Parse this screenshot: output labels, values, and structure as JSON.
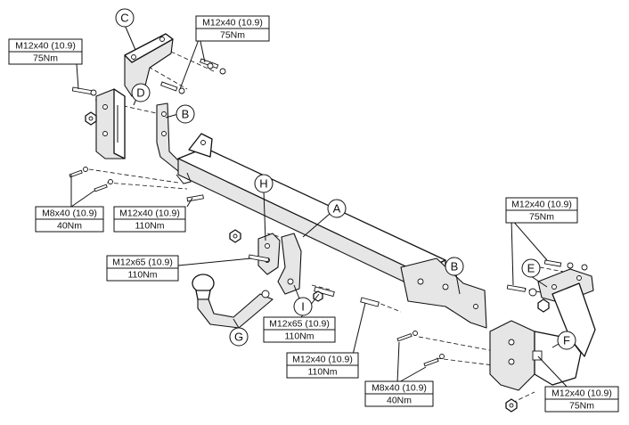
{
  "parts": {
    "A": "A",
    "B": "B",
    "C": "C",
    "D": "D",
    "E": "E",
    "F": "F",
    "G": "G",
    "H": "H",
    "I": "I"
  },
  "specs": {
    "top_left": {
      "bolt": "M12x40 (10.9)",
      "torque": "75Nm"
    },
    "top_center": {
      "bolt": "M12x40 (10.9)",
      "torque": "75Nm"
    },
    "left_m8": {
      "bolt": "M8x40 (10.9)",
      "torque": "40Nm"
    },
    "left_m12": {
      "bolt": "M12x40 (10.9)",
      "torque": "110Nm"
    },
    "ball_m12x65": {
      "bolt": "M12x65 (10.9)",
      "torque": "110Nm"
    },
    "center_m12x65": {
      "bolt": "M12x65 (10.9)",
      "torque": "110Nm"
    },
    "center_m12x40": {
      "bolt": "M12x40 (10.9)",
      "torque": "110Nm"
    },
    "right_m8": {
      "bolt": "M8x40 (10.9)",
      "torque": "40Nm"
    },
    "right_top": {
      "bolt": "M12x40 (10.9)",
      "torque": "75Nm"
    },
    "right_bottom": {
      "bolt": "M12x40 (10.9)",
      "torque": "75Nm"
    }
  }
}
